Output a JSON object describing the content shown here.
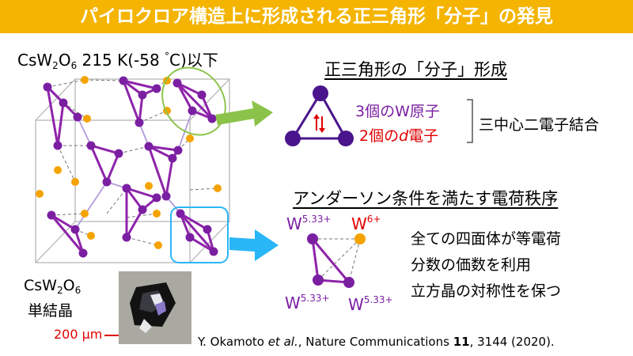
{
  "header": {
    "title": "パイロクロア構造上に形成される正三角形「分子」の発見"
  },
  "crystal": {
    "label_formula_base": "CsW",
    "sub2": "2",
    "label_o": "O",
    "sub6": "6",
    "label_rest": " 215 K(-58 ",
    "degree": "°",
    "label_end": "C)以下"
  },
  "sample": {
    "formula_base": "CsW",
    "sub2": "2",
    "o": "O",
    "sub6": "6",
    "line2": "単結晶",
    "scale": "200 μm"
  },
  "molecule": {
    "title": "正三角形の「分子」形成",
    "w_atoms": "3個のW原子",
    "d_electrons_prefix": "2個の",
    "d_electrons_italic": "d",
    "d_electrons_suffix": "電子",
    "bond": "三中心二電子結合"
  },
  "anderson": {
    "title": "アンダーソン条件を満たす電荷秩序",
    "w_base": "W",
    "charge_a": "5.33+",
    "charge_b": "6+",
    "properties": [
      "全ての四面体が等電荷",
      "分数の価数を利用",
      "立方晶の対称性を保つ"
    ]
  },
  "citation": {
    "authors": "Y. Okamoto ",
    "etal": "et al.",
    "journal": ", Nature Communications ",
    "volume": "11",
    "pages": ", 3144 (2020)."
  },
  "colors": {
    "banner": "#f4b400",
    "w_atom": "#7b1fa2",
    "orange_atom": "#f5a300",
    "red_text": "#e00000",
    "arrow_green": "#8bc34a",
    "arrow_blue": "#29b6f6"
  }
}
